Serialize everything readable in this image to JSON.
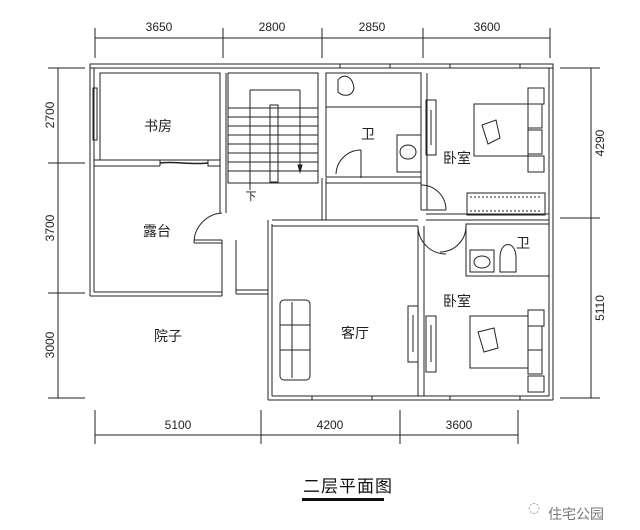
{
  "drawing": {
    "title": "二层平面图",
    "watermark": "住宅公园",
    "watermark_icon": "wechat-icon"
  },
  "dimensions": {
    "top": [
      "3650",
      "2800",
      "2850",
      "3600"
    ],
    "bottom": [
      "5100",
      "4200",
      "3600"
    ],
    "left": [
      "2700",
      "3700",
      "3000"
    ],
    "right": [
      "4290",
      "5110"
    ]
  },
  "rooms": {
    "study": "书房",
    "terrace": "露台",
    "yard": "院子",
    "bath_top": "卫",
    "bedroom_top": "卧室",
    "bath_bottom": "卫",
    "bedroom_bottom": "卧室",
    "living": "客厅",
    "stair_down": "下"
  },
  "colors": {
    "line": "#222222",
    "background": "#ffffff"
  }
}
